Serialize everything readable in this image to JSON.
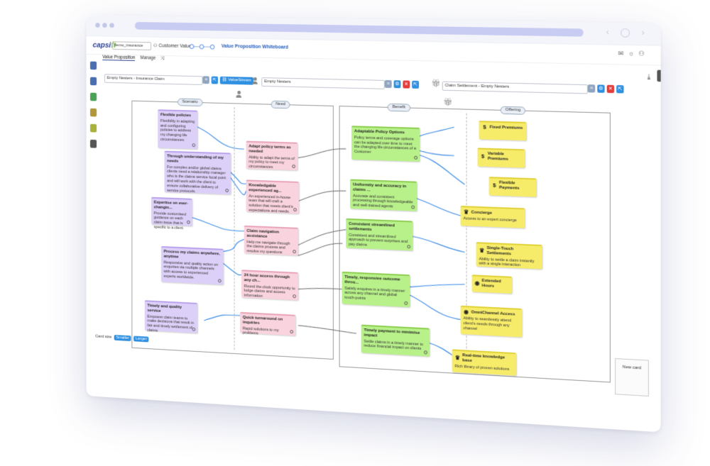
{
  "topbar": {
    "logo_text": "capsi",
    "logo_accent": "ft",
    "workspace_select": "demo_insurance",
    "customer_value": "Customer Value",
    "whiteboard_title": "Value Proposition Whiteboard"
  },
  "tabs": [
    "Value Proposition",
    "Manage"
  ],
  "customer": {
    "profile_field": "Empty Nesters - Insurance Claim",
    "valuestream_label": "ValueStream",
    "segment_field": "Empty Nesters"
  },
  "offer": {
    "field": "Claim Settlement - Empty Nesters"
  },
  "columns": {
    "scenario": "Scenario",
    "need": "Need",
    "benefit": "Benefit",
    "offering": "Offering"
  },
  "scenarios": [
    {
      "title": "Flexible policies",
      "text": "Flexibility in adapting and configuring policies to address my changing life circumstances"
    },
    {
      "title": "Through understanding of my needs",
      "text": "For complex and/or global claims clients need a relationship manager who is the claims service focal point and will work with the client to ensure collaborative delivery of service protocols."
    },
    {
      "title": "Expertise on ever-changin...",
      "text": "Provide customised guidance on each claim issue that is specific to a client."
    },
    {
      "title": "Process my claims anywhere, anytime",
      "text": "Responsive and quality action on enquiries via multiple channels with access to experienced experts worldwide."
    },
    {
      "title": "Timely and quality service",
      "text": "Empower claim teams to make decisions that result in fair and timely settlement of claims"
    }
  ],
  "needs": [
    {
      "title": "Adapt policy terms as needed",
      "text": "Ability to adapt the terms of my policy to meet my circumstances"
    },
    {
      "title": "Knowledgable experienced ag...",
      "text": "An experienced in-house team that will craft a solution that meets client's expectations and needs."
    },
    {
      "title": "Claim navigation assistance",
      "text": "Help me navigate through the claims process and resolve my questions"
    },
    {
      "title": "24 hour access through any ch...",
      "text": "Round the clock opportunity to lodge claims and access information"
    },
    {
      "title": "Quick turnaround on inquiries",
      "text": "Rapid solutions to my problems"
    }
  ],
  "benefits": [
    {
      "title": "Adaptable Policy Options",
      "text": "Policy terms and coverage options can be adapted over time to meet the changing life circumstances of a Customer"
    },
    {
      "title": "Uniformity and accuracy in claims ...",
      "text": "Accurate and consistent processing through knowledgeable and well-trained agents"
    },
    {
      "title": "Consistent streamlined settlements",
      "text": "Consistent and streamlined approach to prevent surprises and pay claims"
    },
    {
      "title": "Timely, responsive outcome throu...",
      "text": "Satisfy enquires in a timely manner across any channel and global touch-points"
    },
    {
      "title": "Timely payment to minimise impact",
      "text": "Settle claims in a timely manner to reduce financial impact on clients"
    }
  ],
  "offerings": [
    {
      "icon": "$",
      "icon_name": "dollar-icon",
      "title": "Fixed Premiums",
      "text": ""
    },
    {
      "icon": "$",
      "icon_name": "dollar-icon",
      "title": "Variable Premiums",
      "text": ""
    },
    {
      "icon": "$",
      "icon_name": "dollar-icon",
      "title": "Flexible Payments",
      "text": ""
    },
    {
      "icon": "♛",
      "icon_name": "concierge-icon",
      "title": "Concierge",
      "text": "Access to an expert concierge"
    },
    {
      "icon": "♛",
      "icon_name": "single-touch-icon",
      "title": "Single-Touch Settlements",
      "text": "Ability to settle a claim instantly with a single interaction"
    },
    {
      "icon": "◉",
      "icon_name": "clock-icon",
      "title": "Extended Hours",
      "text": ""
    },
    {
      "icon": "◉",
      "icon_name": "omnichannel-icon",
      "title": "OmniChannel Access",
      "text": "Ability to seamlessly attend client's needs through any channel"
    },
    {
      "icon": "♛",
      "icon_name": "knowledge-icon",
      "title": "Real-time knowledge base",
      "text": "Rich library of proven solutions"
    }
  ],
  "bottom": {
    "card_size_label": "Card size",
    "smaller": "Smaller",
    "larger": "Larger",
    "new_card": "New card"
  },
  "colors": {
    "scenario": "#ddd0f8",
    "need": "#f9d3de",
    "benefit": "#b8f08a",
    "offering": "#f7ec6a",
    "link": "#3b8be8",
    "gray_link": "#666666"
  }
}
